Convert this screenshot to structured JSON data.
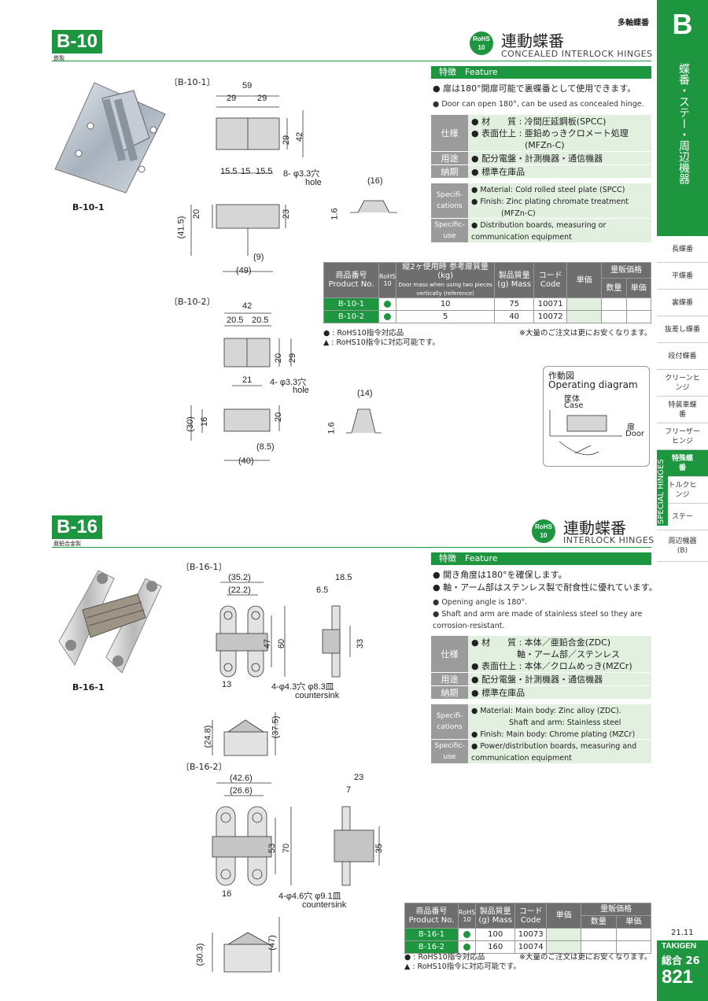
{
  "header": {
    "category": "多軸蝶番"
  },
  "sidebar": {
    "letter": "B",
    "vertical_title": "蝶番・ステー・周辺機器",
    "section_en": "SPECIAL HINGES",
    "items": [
      {
        "label": "長蝶番"
      },
      {
        "label": "平蝶番"
      },
      {
        "label": "裏蝶番"
      },
      {
        "label": "抜差し蝶番"
      },
      {
        "label": "段付蝶番"
      },
      {
        "label": "クリーンヒンジ"
      },
      {
        "label": "特装車蝶番"
      },
      {
        "label": "フリーザーヒンジ"
      },
      {
        "label": "特殊蝶番"
      },
      {
        "label": "トルクヒンジ"
      },
      {
        "label": "ステー"
      },
      {
        "label": "周辺機器(B)"
      }
    ],
    "version": "21.11",
    "brand": "TAKIGEN",
    "catalog": "総合 26",
    "page": "821"
  },
  "b10": {
    "code": "B-10",
    "material": "鉄製",
    "rohs": [
      "RoHS",
      "10"
    ],
    "title_ja": "連動蝶番",
    "title_en": "CONCEALED INTERLOCK HINGES",
    "photo_label": "B-10-1",
    "feature_label": "特徴　Feature",
    "features_ja": [
      "扉は180°開扉可能で裏蝶番として使用できます。"
    ],
    "features_en": [
      "Door can open 180°, can be used as concealed hinge."
    ],
    "spec_ja": {
      "key1": "仕様",
      "material": "材　　質 : 冷間圧延鋼板(SPCC)",
      "finish": "表面仕上 : 亜鉛めっきクロメート処理",
      "finish2": "(MFZn-C)",
      "use_key": "用途",
      "use": "配分電盤・計測機器・通信機器",
      "stock_key": "納期",
      "stock": "標準在庫品"
    },
    "spec_en": {
      "key1": "Specifi-cations",
      "material": "Material: Cold rolled steel plate (SPCC)",
      "finish": "Finish: Zinc plating chromate treatment",
      "finish2": "(MFZn-C)",
      "use_key": "Specific-use",
      "use": "Distribution boards, measuring or communication equipment"
    },
    "table": {
      "headers": {
        "product": "商品番号 Product No.",
        "rohs": "RoHS 10",
        "door": "縦2ヶ使用時 参考扉質量(kg)",
        "door_en": "Door mass when using two pieces vertically (reference)",
        "mass": "製品質量(g) Mass",
        "code": "コード Code",
        "unit": "単価",
        "bulk": "量販価格",
        "qty": "数量",
        "price": "単価"
      },
      "rows": [
        {
          "product": "B-10-1",
          "door": "10",
          "mass": "75",
          "code": "10071"
        },
        {
          "product": "B-10-2",
          "door": "5",
          "mass": "40",
          "code": "10072"
        }
      ]
    },
    "notes": [
      "● : RoHS10指令対応品",
      "▲ : RoHS10指令に対応可能です。",
      "※大量のご注文は更にお安くなります。"
    ],
    "drawings": {
      "b10_1": {
        "label": "〔B-10-1〕",
        "d59": "59",
        "d29a": "29",
        "d29b": "29",
        "d42": "42",
        "d29v": "29",
        "d155a": "15.5",
        "d15": "15",
        "d155b": "15.5",
        "hole": "8- φ3.3穴",
        "hole_en": "hole",
        "d16": "(16)",
        "d16t": "1.6",
        "d20": "20",
        "d23": "23",
        "d415": "(41.5)",
        "d9": "(9)",
        "d49": "(49)"
      },
      "b10_2": {
        "label": "〔B-10-2〕",
        "d42": "42",
        "d205a": "20.5",
        "d205b": "20.5",
        "d20": "20",
        "d29": "29",
        "d21": "21",
        "hole": "4- φ3.3穴",
        "hole_en": "hole",
        "d14": "(14)",
        "d16t": "1.6",
        "d30": "(30)",
        "d16": "16",
        "d20b": "20",
        "d85": "(8.5)",
        "d40": "(40)"
      },
      "operating": {
        "title": "作動図",
        "title_en": "Operating diagram",
        "case": "筐体",
        "case_en": "Case",
        "door": "扉",
        "door_en": "Door"
      }
    }
  },
  "b16": {
    "code": "B-16",
    "material": "亜鉛合金製",
    "rohs": [
      "RoHS",
      "10"
    ],
    "title_ja": "連動蝶番",
    "title_en": "INTERLOCK HINGES",
    "photo_label": "B-16-1",
    "feature_label": "特徴　Feature",
    "features_ja": [
      "開き角度は180°を確保します。",
      "軸・アーム部はステンレス製で耐食性に優れています。"
    ],
    "features_en": [
      "Opening angle is 180°.",
      "Shaft and arm are made of stainless steel so they are corrosion-resistant."
    ],
    "spec_ja": {
      "key1": "仕様",
      "material": "材　　質 : 本体／亜鉛合金(ZDC)",
      "material2": "軸・アーム部／ステンレス",
      "finish": "表面仕上 : 本体／クロムめっき(MZCr)",
      "use_key": "用途",
      "use": "配分電盤・計測機器・通信機器",
      "stock_key": "納期",
      "stock": "標準在庫品"
    },
    "spec_en": {
      "key1": "Specifi-cations",
      "material": "Material: Main body: Zinc alloy (ZDC).",
      "material2": "Shaft and arm: Stainless steel",
      "finish": "Finish: Main body: Chrome plating (MZCr)",
      "use_key": "Specific-use",
      "use": "Power/distribution boards, measuring and communication equipment"
    },
    "table": {
      "headers": {
        "product": "商品番号 Product No.",
        "rohs": "RoHS 10",
        "mass": "製品質量(g) Mass",
        "code": "コード Code",
        "unit": "単価",
        "bulk": "量販価格",
        "qty": "数量",
        "price": "単価"
      },
      "rows": [
        {
          "product": "B-16-1",
          "mass": "100",
          "code": "10073"
        },
        {
          "product": "B-16-2",
          "mass": "160",
          "code": "10074"
        }
      ]
    },
    "notes": [
      "● : RoHS10指令対応品",
      "▲ : RoHS10指令に対応可能です。",
      "※大量のご注文は更にお安くなります。"
    ],
    "drawings": {
      "b16_1": {
        "label": "〔B-16-1〕",
        "d352": "(35.2)",
        "d222": "(22.2)",
        "d47": "47",
        "d60": "60",
        "d13": "13",
        "hole": "4-φ4.3穴 φ8.3皿",
        "hole_en": "countersink",
        "d65": "6.5",
        "d185": "18.5",
        "d33": "33",
        "d248": "(24.8)",
        "d375": "(37.5)"
      },
      "b16_2": {
        "label": "〔B-16-2〕",
        "d426": "(42.6)",
        "d266": "(26.6)",
        "d53": "53",
        "d70": "70",
        "d16": "16",
        "hole": "4-φ4.6穴 φ9.1皿",
        "hole_en": "countersink",
        "d7": "7",
        "d23": "23",
        "d35": "35",
        "d303": "(30.3)",
        "d47": "(47)"
      }
    }
  }
}
